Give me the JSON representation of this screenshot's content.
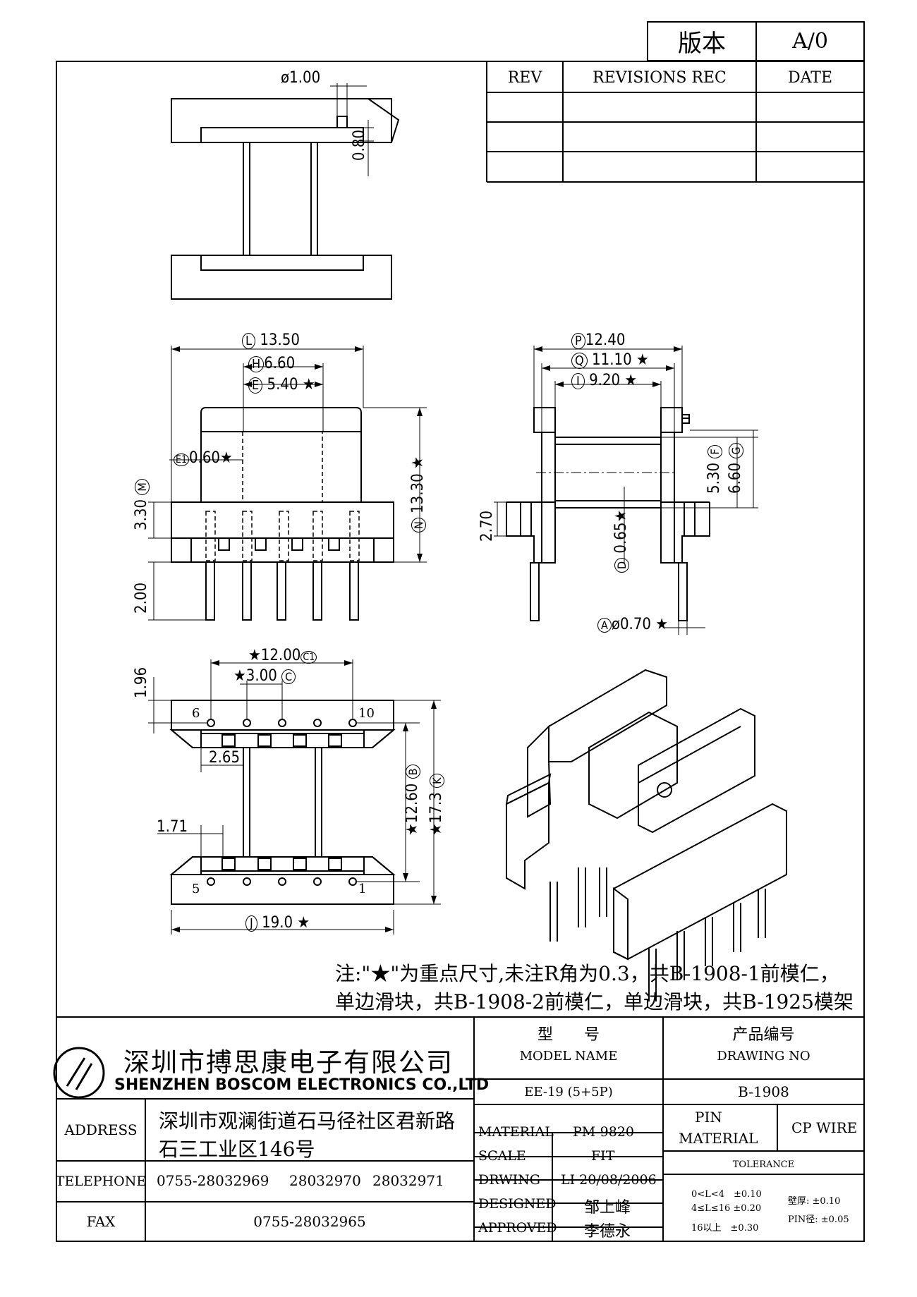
{
  "version_box": {
    "label": "版本",
    "value": "A/0"
  },
  "revision_table": {
    "headers": [
      "REV",
      "REVISIONS REC",
      "DATE"
    ]
  },
  "dimensions": {
    "top_phi": "ø1.00",
    "top_080": "0.80",
    "L": "L",
    "L_val": "13.50",
    "H": "H",
    "H_val": "6.60",
    "E": "E",
    "E_val": "5.40 ★",
    "E1": "E1",
    "E1_val": "0.60★",
    "M": "M",
    "M_val": "3.30",
    "N": "N",
    "N_val": "13.30 ★",
    "front_200": "2.00",
    "P": "P",
    "P_val": "12.40",
    "Q": "Q",
    "Q_val": "11.10 ★",
    "I": "I",
    "I_val": "9.20 ★",
    "F": "F",
    "F_val": "5.30",
    "G": "G",
    "G_val": "6.60",
    "side_270": "2.70",
    "D": "D",
    "D_val": "0.65★",
    "A": "A",
    "A_val": "ø0.70 ★",
    "C1": "C1",
    "C1_val": "★12.00",
    "C": "C",
    "C_val": "★3.00",
    "bot_196": "1.96",
    "bot_265": "2.65",
    "bot_171": "1.71",
    "B": "B",
    "B_val": "★12.60",
    "K": "K",
    "K_val": "★17.3",
    "J": "J",
    "J_val": "19.0 ★",
    "pin6": "6",
    "pin10": "10",
    "pin5": "5",
    "pin1": "1"
  },
  "note": {
    "line1": "注:\"★\"为重点尺寸,未注R角为0.3，共B-1908-1前模仁，",
    "line2": "单边滑块，共B-1908-2前模仁，单边滑块，共B-1925模架"
  },
  "company": {
    "name_cn": "深圳市搏思康电子有限公司",
    "name_en": "SHENZHEN  BOSCOM  ELECTRONICS  CO.,LTD"
  },
  "title_block": {
    "address_label": "ADDRESS",
    "address_line1": "深圳市观澜街道石马径社区君新路",
    "address_line2": "石三工业区146号",
    "telephone_label": "TELEPHONE",
    "telephone_1": "0755-28032969",
    "telephone_2": "28032970",
    "telephone_3": "28032971",
    "fax_label": "FAX",
    "fax_value": "0755-28032965",
    "model_label_cn": "型　　号",
    "model_label_en": "MODEL NAME",
    "model_value": "EE-19 (5+5P)",
    "drawing_label_cn": "产品编号",
    "drawing_label_en": "DRAWING NO",
    "drawing_value": "B-1908",
    "material_label": "MATERIAL",
    "material_value": "PM-9820",
    "scale_label": "SCALE",
    "scale_value": "FIT",
    "drwing_label": "DRWING",
    "drwing_value": "LI 20/08/2006",
    "designed_label": "DESIGNED",
    "designed_value": "邹上峰",
    "approved_label": "APPROVED",
    "approved_value": "李德永",
    "pin_label": "PIN",
    "pin_material_label": "MATERIAL",
    "pin_value": "CP WIRE",
    "tolerance_label": "TOLERANCE",
    "tol_1": "0<L<4　±0.10",
    "tol_2": "4≤L≤16 ±0.20",
    "tol_3": "16以上　±0.30",
    "wall_label": "壁厚: ±0.10",
    "pin_dia_label": "PIN径: ±0.05"
  }
}
